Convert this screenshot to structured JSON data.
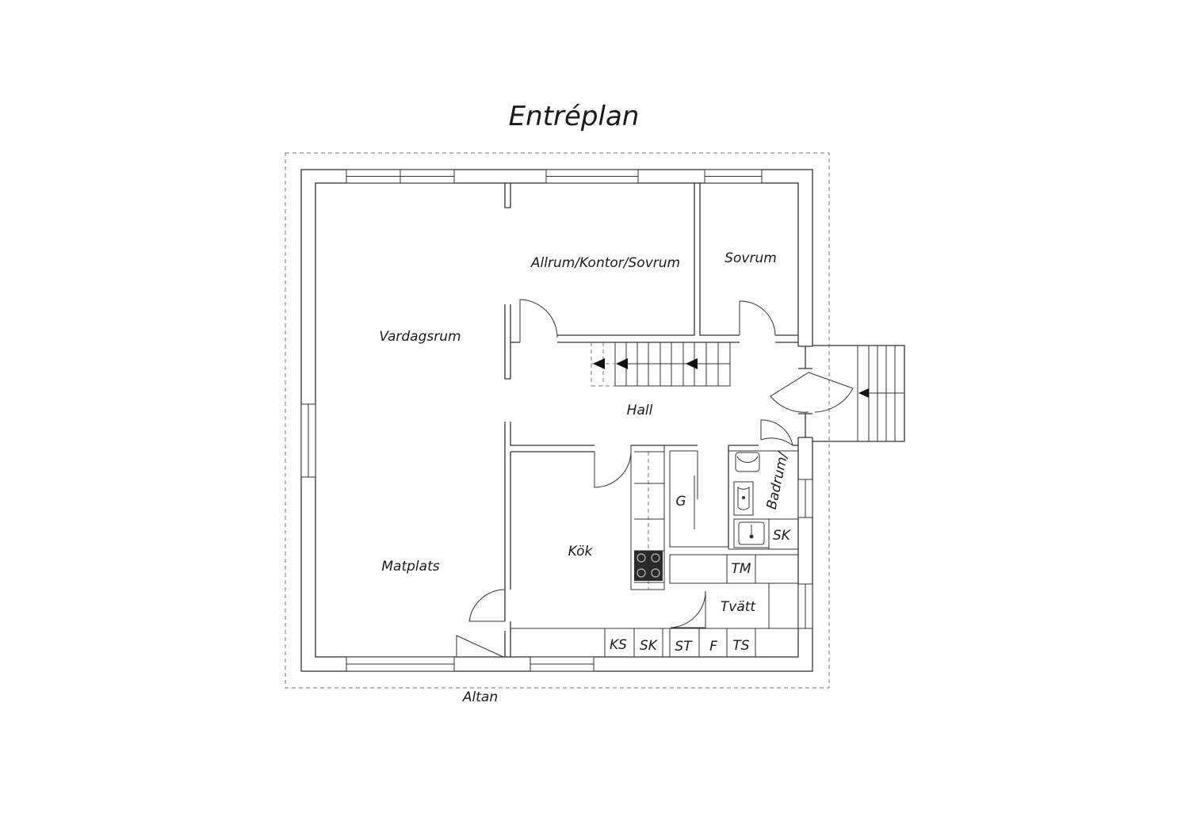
{
  "title": "Entréplan",
  "rooms": {
    "vardagsrum": "Vardagsrum",
    "allrum": "Allrum/Kontor/Sovrum",
    "sovrum": "Sovrum",
    "hall": "Hall",
    "kok": "Kök",
    "matplats": "Matplats",
    "badrum": "Badrum/",
    "tvatt": "Tvätt",
    "altan": "Altan"
  },
  "fixtures": {
    "g": "G",
    "sk_bath": "SK",
    "tm": "TM",
    "ks": "KS",
    "sk_kitchen": "SK",
    "st": "ST",
    "f": "F",
    "ts": "TS"
  },
  "colors": {
    "line": "#333333",
    "text": "#1a1a1a",
    "dashed": "#777777"
  }
}
